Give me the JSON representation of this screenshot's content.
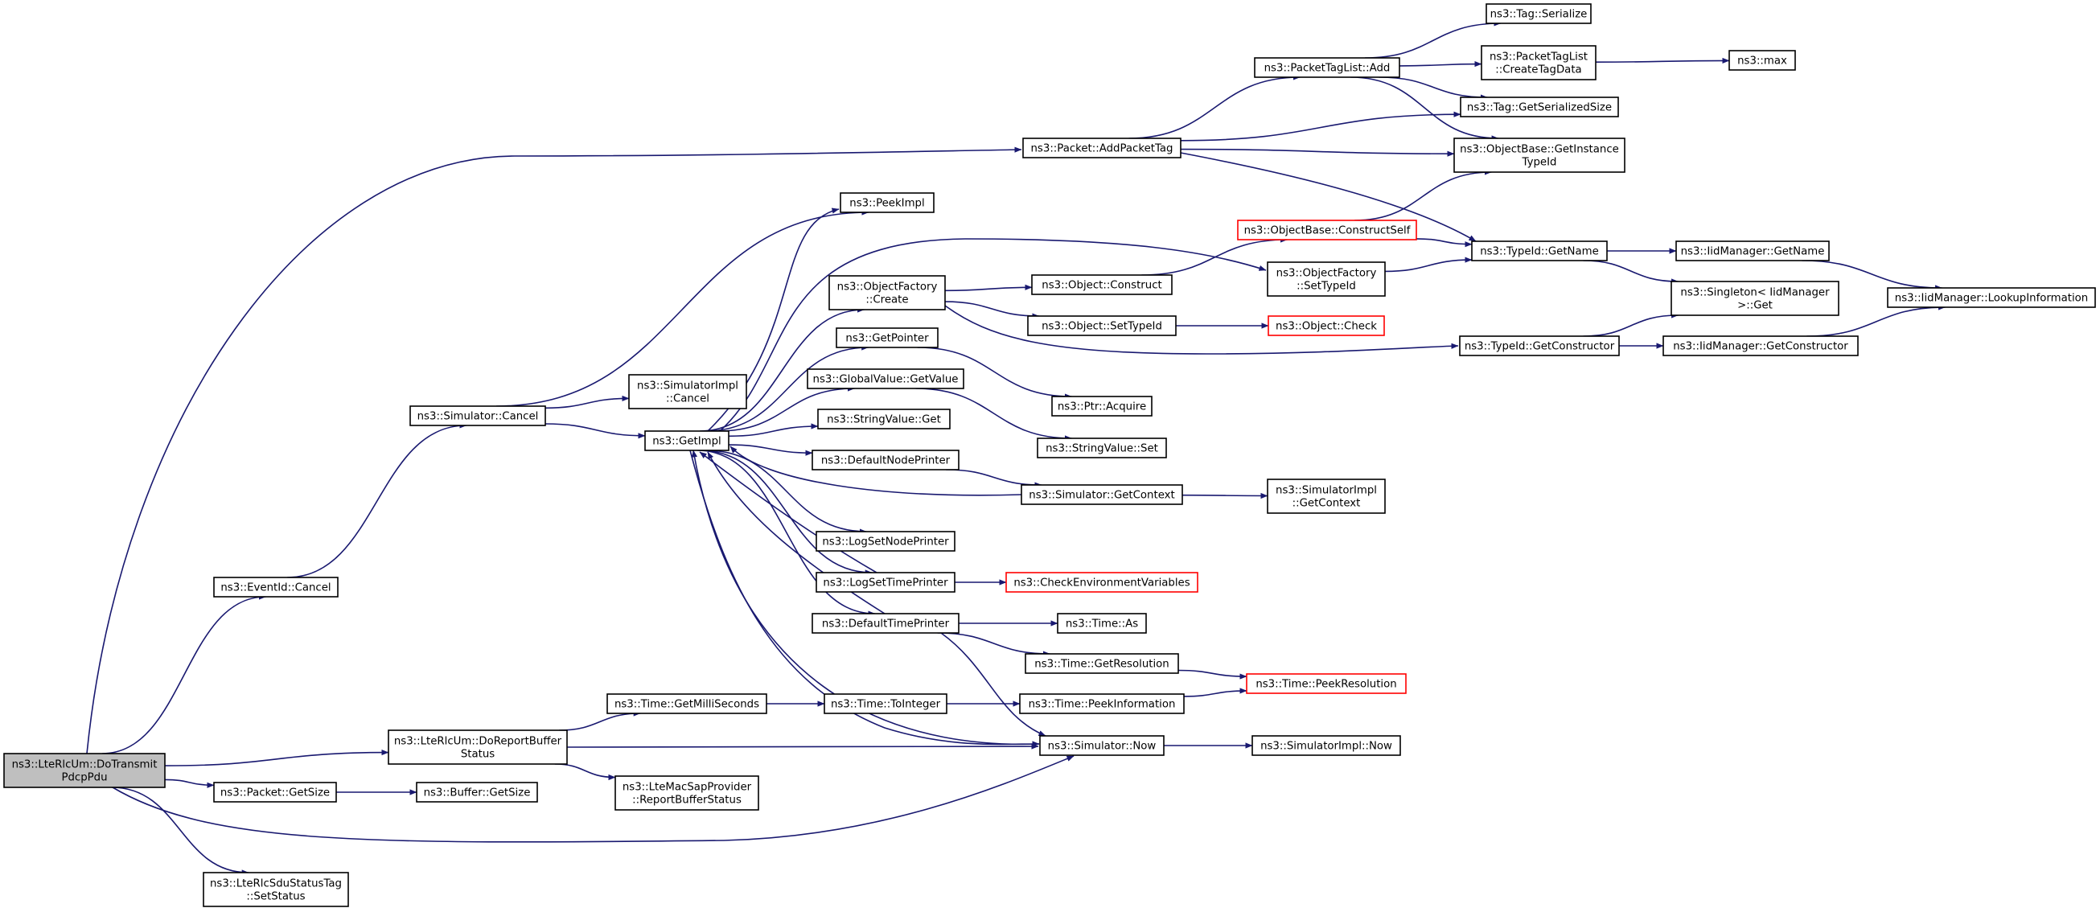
{
  "diagram": {
    "colors": {
      "edge": "#191970",
      "root_fill": "#bfbfbf",
      "node_fill": "#ffffff",
      "node_border": "#000000",
      "truncated_border": "#ff0000"
    },
    "nodes": [
      {
        "id": "root",
        "lines": [
          "ns3::LteRlcUm::DoTransmit",
          "PdcpPdu"
        ],
        "style": "highlight"
      },
      {
        "id": "eventid_cancel",
        "lines": [
          "ns3::EventId::Cancel"
        ]
      },
      {
        "id": "dorbs",
        "lines": [
          "ns3::LteRlcUm::DoReportBuffer",
          "Status"
        ]
      },
      {
        "id": "pkt_getsize",
        "lines": [
          "ns3::Packet::GetSize"
        ]
      },
      {
        "id": "sdutag_setstatus",
        "lines": [
          "ns3::LteRlcSduStatusTag",
          "::SetStatus"
        ]
      },
      {
        "id": "sim_cancel",
        "lines": [
          "ns3::Simulator::Cancel"
        ]
      },
      {
        "id": "simimpl_cancel",
        "lines": [
          "ns3::SimulatorImpl",
          "::Cancel"
        ]
      },
      {
        "id": "getimpl",
        "lines": [
          "ns3::GetImpl"
        ]
      },
      {
        "id": "peekimpl",
        "lines": [
          "ns3::PeekImpl"
        ]
      },
      {
        "id": "objfactory_create",
        "lines": [
          "ns3::ObjectFactory",
          "::Create"
        ]
      },
      {
        "id": "getpointer",
        "lines": [
          "ns3::GetPointer"
        ]
      },
      {
        "id": "gv_getvalue",
        "lines": [
          "ns3::GlobalValue::GetValue"
        ]
      },
      {
        "id": "strval_get",
        "lines": [
          "ns3::StringValue::Get"
        ]
      },
      {
        "id": "defnodeprinter",
        "lines": [
          "ns3::DefaultNodePrinter"
        ]
      },
      {
        "id": "logsetnodeprinter",
        "lines": [
          "ns3::LogSetNodePrinter"
        ]
      },
      {
        "id": "logsettimeprinter",
        "lines": [
          "ns3::LogSetTimePrinter"
        ]
      },
      {
        "id": "deftimeprinter",
        "lines": [
          "ns3::DefaultTimePrinter"
        ]
      },
      {
        "id": "time_getms",
        "lines": [
          "ns3::Time::GetMilliSeconds"
        ]
      },
      {
        "id": "macsap_rbs",
        "lines": [
          "ns3::LteMacSapProvider",
          "::ReportBufferStatus"
        ]
      },
      {
        "id": "buffer_getsize",
        "lines": [
          "ns3::Buffer::GetSize"
        ]
      },
      {
        "id": "time_tointeger",
        "lines": [
          "ns3::Time::ToInteger"
        ]
      },
      {
        "id": "packet_addpackettag",
        "lines": [
          "ns3::Packet::AddPacketTag"
        ]
      },
      {
        "id": "obj_construct",
        "lines": [
          "ns3::Object::Construct"
        ]
      },
      {
        "id": "obj_settypeid",
        "lines": [
          "ns3::Object::SetTypeId"
        ]
      },
      {
        "id": "ptr_acquire",
        "lines": [
          "ns3::Ptr::Acquire"
        ]
      },
      {
        "id": "strval_set",
        "lines": [
          "ns3::StringValue::Set"
        ]
      },
      {
        "id": "sim_getcontext",
        "lines": [
          "ns3::Simulator::GetContext"
        ]
      },
      {
        "id": "checkenv",
        "lines": [
          "ns3::CheckEnvironmentVariables"
        ],
        "style": "truncated"
      },
      {
        "id": "time_as",
        "lines": [
          "ns3::Time::As"
        ]
      },
      {
        "id": "time_getres",
        "lines": [
          "ns3::Time::GetResolution"
        ]
      },
      {
        "id": "time_peekinfo",
        "lines": [
          "ns3::Time::PeekInformation"
        ]
      },
      {
        "id": "sim_now",
        "lines": [
          "ns3::Simulator::Now"
        ]
      },
      {
        "id": "ptl_add",
        "lines": [
          "ns3::PacketTagList::Add"
        ]
      },
      {
        "id": "ob_constructself",
        "lines": [
          "ns3::ObjectBase::ConstructSelf"
        ],
        "style": "truncated"
      },
      {
        "id": "of_settypeid",
        "lines": [
          "ns3::ObjectFactory",
          "::SetTypeId"
        ]
      },
      {
        "id": "obj_check",
        "lines": [
          "ns3::Object::Check"
        ],
        "style": "truncated"
      },
      {
        "id": "simimpl_getcontext",
        "lines": [
          "ns3::SimulatorImpl",
          "::GetContext"
        ]
      },
      {
        "id": "time_peekres",
        "lines": [
          "ns3::Time::PeekResolution"
        ],
        "style": "truncated"
      },
      {
        "id": "simimpl_now",
        "lines": [
          "ns3::SimulatorImpl::Now"
        ]
      },
      {
        "id": "tag_serialize",
        "lines": [
          "ns3::Tag::Serialize"
        ]
      },
      {
        "id": "ptl_createtagdata",
        "lines": [
          "ns3::PacketTagList",
          "::CreateTagData"
        ]
      },
      {
        "id": "tag_getserializedsize",
        "lines": [
          "ns3::Tag::GetSerializedSize"
        ]
      },
      {
        "id": "ob_getinstancetypeid",
        "lines": [
          "ns3::ObjectBase::GetInstance",
          "TypeId"
        ]
      },
      {
        "id": "typeid_getname",
        "lines": [
          "ns3::TypeId::GetName"
        ]
      },
      {
        "id": "typeid_getconstructor",
        "lines": [
          "ns3::TypeId::GetConstructor"
        ]
      },
      {
        "id": "max",
        "lines": [
          "ns3::max"
        ]
      },
      {
        "id": "iid_getname",
        "lines": [
          "ns3::IidManager::GetName"
        ]
      },
      {
        "id": "singleton_get",
        "lines": [
          "ns3::Singleton< IidManager",
          " >::Get"
        ]
      },
      {
        "id": "iid_getconstructor",
        "lines": [
          "ns3::IidManager::GetConstructor"
        ]
      },
      {
        "id": "iid_lookup",
        "lines": [
          "ns3::IidManager::LookupInformation"
        ]
      }
    ]
  }
}
